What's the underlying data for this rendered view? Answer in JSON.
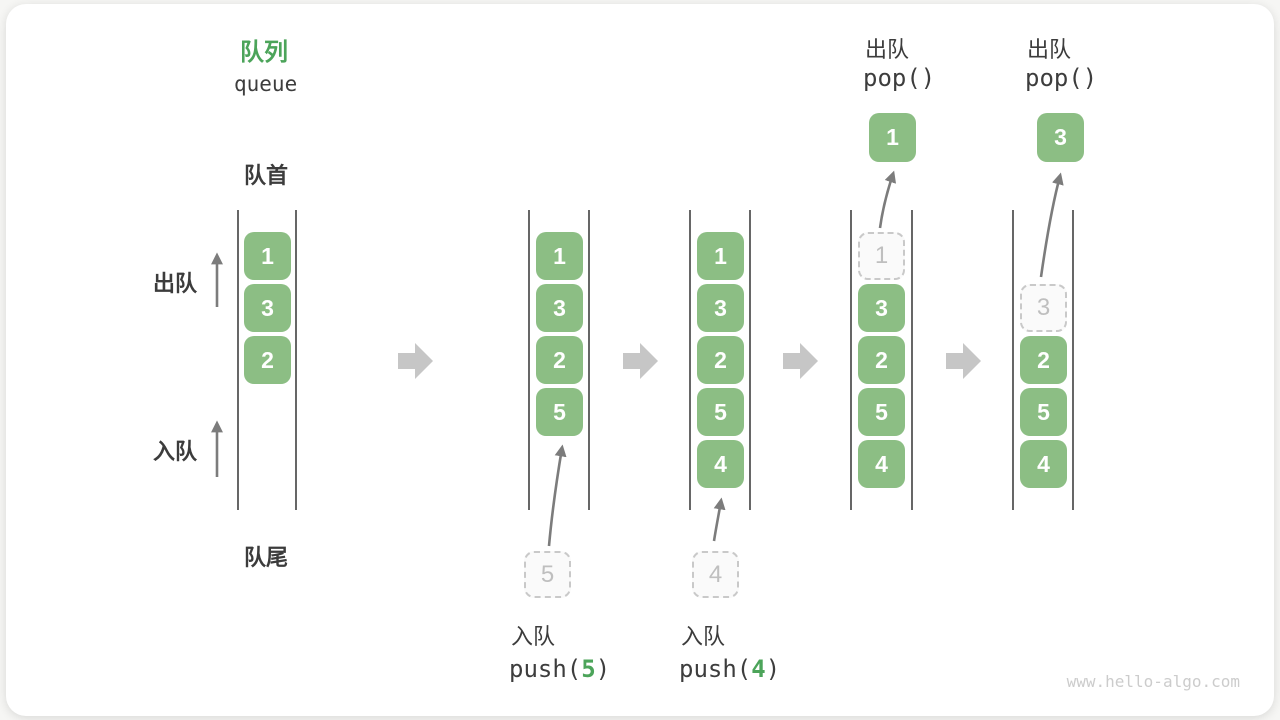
{
  "title": {
    "zh": "队列",
    "en": "queue"
  },
  "labels": {
    "front": "队首",
    "rear": "队尾",
    "dequeue": "出队",
    "enqueue": "入队"
  },
  "queues": {
    "q1": {
      "boxes": [
        "1",
        "3",
        "2"
      ]
    },
    "q2": {
      "boxes": [
        "1",
        "3",
        "2",
        "5"
      ]
    },
    "q3": {
      "boxes": [
        "1",
        "3",
        "2",
        "5",
        "4"
      ]
    },
    "q4": {
      "ghost": "1",
      "boxes": [
        "3",
        "2",
        "5",
        "4"
      ]
    },
    "q5": {
      "ghost": "3",
      "boxes": [
        "2",
        "5",
        "4"
      ]
    }
  },
  "push_ops": [
    {
      "label": "入队",
      "fn": "push(",
      "arg": "5",
      "close": ")",
      "ghost": "5"
    },
    {
      "label": "入队",
      "fn": "push(",
      "arg": "4",
      "close": ")",
      "ghost": "4"
    }
  ],
  "pop_ops": [
    {
      "label": "出队",
      "code": "pop()",
      "popped": "1"
    },
    {
      "label": "出队",
      "code": "pop()",
      "popped": "3"
    }
  ],
  "watermark": "www.hello-algo.com",
  "colors": {
    "box_green": "#8cbe84",
    "accent_green": "#4ca45a",
    "label_ink": "#3c3c3c",
    "ghost_gray": "#bfbfbf",
    "transition_arrow_gray": "#c6c6c6"
  }
}
